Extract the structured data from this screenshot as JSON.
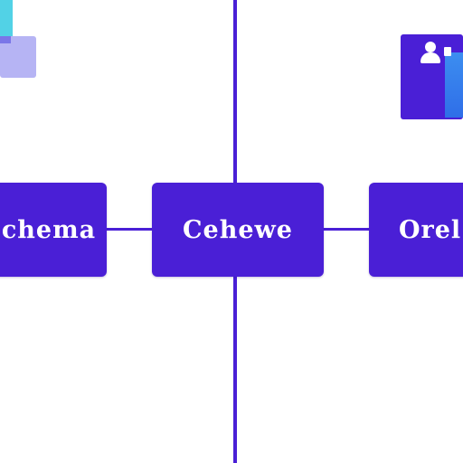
{
  "diagram": {
    "nodes": {
      "left": {
        "label": "chema"
      },
      "center": {
        "label": "Cehewe"
      },
      "right": {
        "label": "Orel"
      }
    },
    "icons": {
      "top_left": "decorative-tile-icon",
      "top_right": "user-avatar-icon"
    },
    "colors": {
      "primary": "#4a1fd6",
      "accent_cyan": "#52d2e6",
      "accent_lavender": "#b6b4f4",
      "accent_blue": "#3c8ef0",
      "background": "#ffffff"
    }
  }
}
